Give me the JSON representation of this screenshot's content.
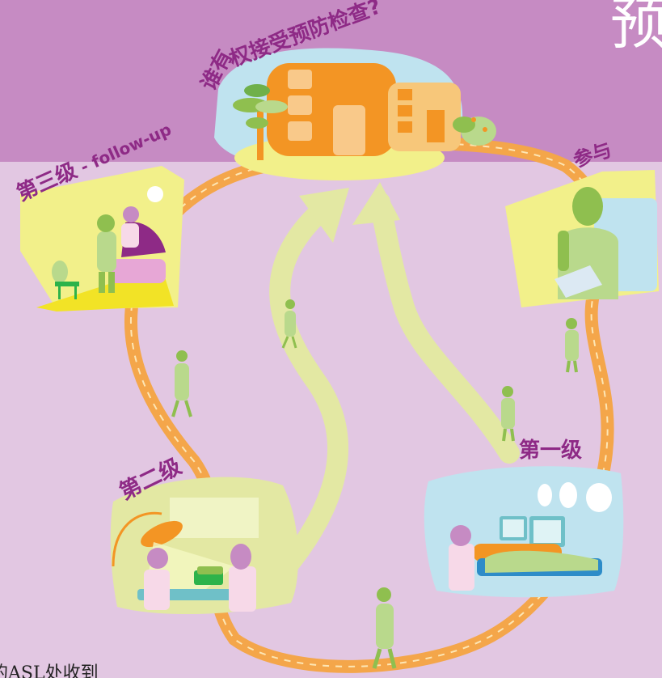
{
  "header": {
    "title_fragment": "预",
    "question_prefix": "谁有",
    "question_main": "权接受预防检查?"
  },
  "stages": {
    "participate": "参与",
    "level1": "第一级",
    "level2": "第二级",
    "level3": "第三级",
    "level3_suffix": " - follow-up"
  },
  "footer": {
    "text": "的ASL处收到"
  },
  "colors": {
    "band": "#c68bc3",
    "background": "#e2c7e2",
    "path": "#f4a64a",
    "arrow": "#e3e8a3",
    "figure": "#8fbf4f",
    "label": "#8e2a86",
    "building": "#f39524"
  }
}
